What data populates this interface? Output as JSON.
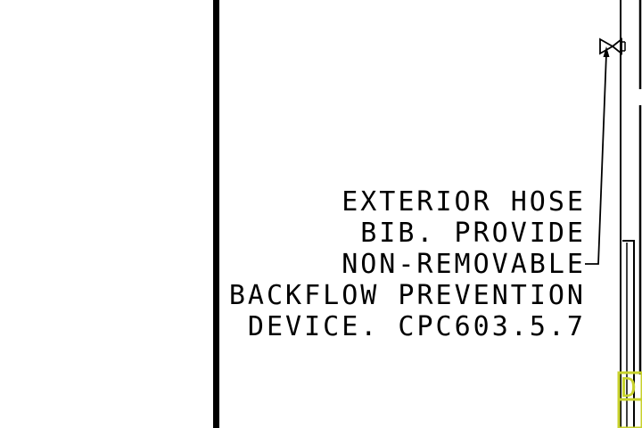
{
  "note": {
    "lines": [
      "EXTERIOR HOSE",
      "BIB. PROVIDE",
      "NON-REMOVABLE",
      "BACKFLOW PREVENTION",
      "DEVICE. CPC603.5.7"
    ]
  },
  "tag": {
    "label": "D"
  },
  "colors": {
    "linework": "#000000",
    "background": "#ffffff",
    "tag": "#c8d22c"
  }
}
